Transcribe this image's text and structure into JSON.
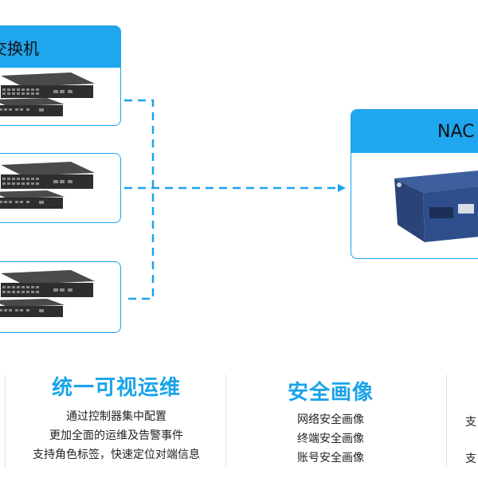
{
  "switch_group": {
    "title_fragment": "交换机"
  },
  "nac": {
    "title_fragment": "NAC"
  },
  "features": [
    {
      "title": "统一可视运维",
      "lines": [
        "通过控制器集中配置",
        "更加全面的运维及告警事件",
        "支持角色标签，快速定位对端信息"
      ]
    },
    {
      "title": "安全画像",
      "lines": [
        "网络安全画像",
        "终端安全画像",
        "账号安全画像"
      ]
    },
    {
      "lines": [
        "支",
        "支"
      ]
    }
  ],
  "colors": {
    "accent": "#1aa3ea",
    "header": "#1fa6ef",
    "switch_body": "#3b3b3b",
    "nac_body": "#2f4e8c"
  },
  "icons": [
    "network-switch-icon",
    "nac-appliance-icon",
    "dashed-connector-arrow-icon"
  ]
}
